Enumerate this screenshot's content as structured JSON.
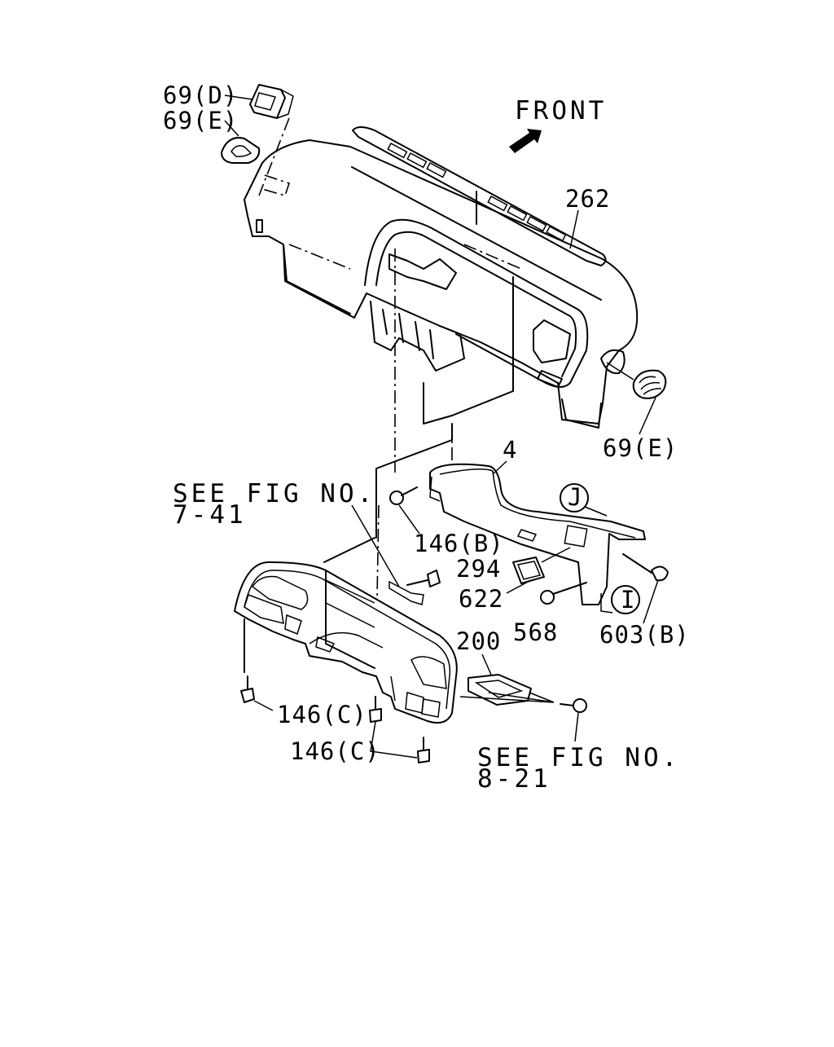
{
  "callouts": {
    "front": "FRONT",
    "p69d": "69(D)",
    "p69e_top": "69(E)",
    "p262": "262",
    "p69e_right": "69(E)",
    "p4": "4",
    "ref_j": "J",
    "ref_i": "I",
    "p146b": "146(B)",
    "p294": "294",
    "p622": "622",
    "p568": "568",
    "p603b": "603(B)",
    "p200": "200",
    "p146c_left": "146(C)",
    "p146c_bottom": "146(C)"
  },
  "references": {
    "fig741_line1": "SEE FIG NO.",
    "fig741_line2": "7-41",
    "fig821_line1": "SEE FIG NO.",
    "fig821_line2": "8-21"
  }
}
